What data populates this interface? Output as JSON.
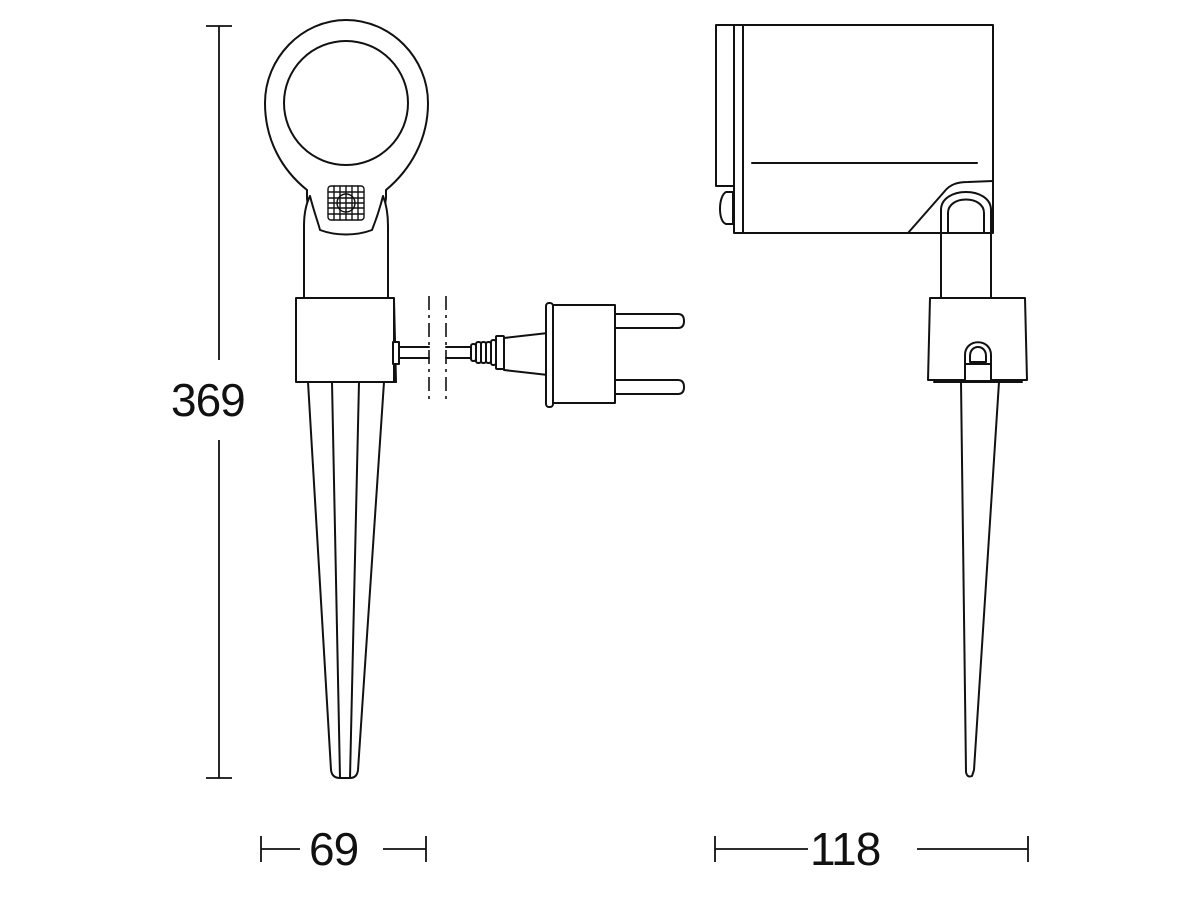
{
  "drawing": {
    "type": "technical dimension drawing",
    "subject": "outdoor spotlight with motion sensor on ground spike with plug",
    "views": [
      {
        "name": "front-view",
        "description": "round lamp head, sensor window, stem, collar, spike, cable to plug"
      },
      {
        "name": "side-view",
        "description": "lamp housing, pivot joint, collar with lock loop, spike"
      }
    ],
    "line_color": "#111111",
    "background": "#ffffff"
  },
  "dimensions": {
    "height": {
      "value": "369",
      "orientation": "vertical"
    },
    "front_width": {
      "value": "69",
      "orientation": "horizontal"
    },
    "side_width": {
      "value": "118",
      "orientation": "horizontal"
    }
  }
}
